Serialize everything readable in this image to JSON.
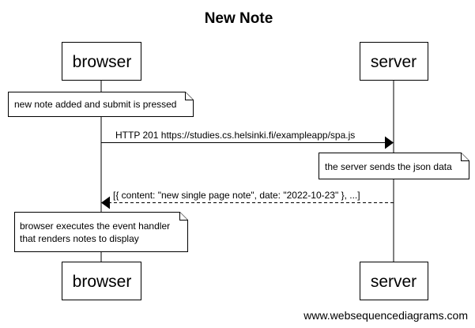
{
  "title": "New Note",
  "participants": {
    "browser": "browser",
    "server": "server"
  },
  "notes": [
    "new note added and submit is pressed",
    "the server sends the json data",
    [
      "browser executes the event handler",
      "that renders notes to display"
    ]
  ],
  "messages": [
    "HTTP 201 https://studies.cs.helsinki.fi/exampleapp/spa.js",
    "[{ content: \"new single page note\", date: \"2022-10-23\" }, ...]"
  ],
  "footer": "www.websequencediagrams.com"
}
